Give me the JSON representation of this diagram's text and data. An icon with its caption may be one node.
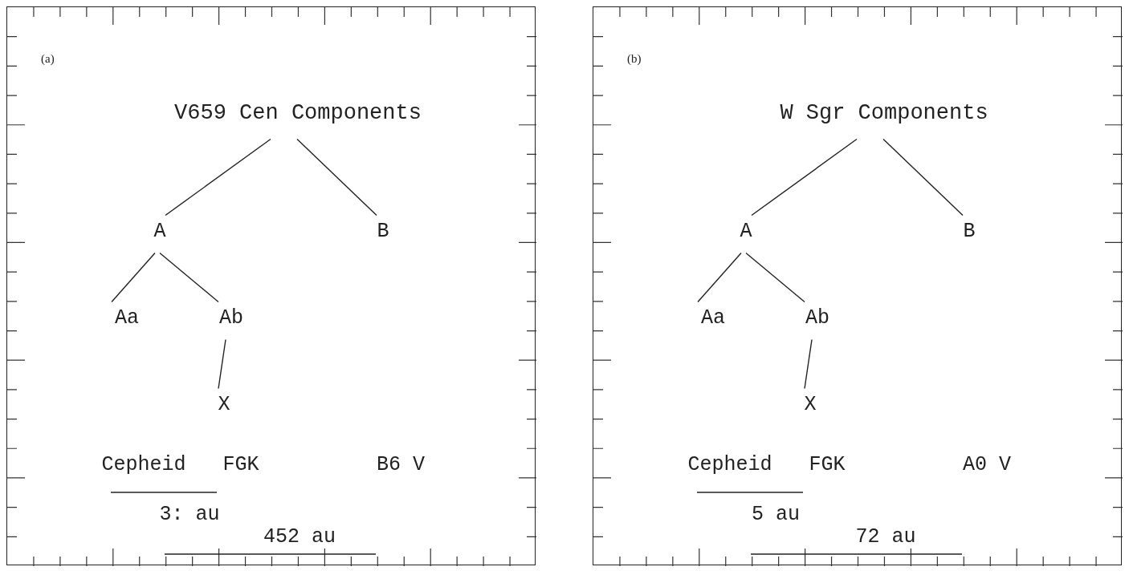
{
  "diagram": {
    "nodes": [
      {
        "text": [
          "(a)"
        ]
      },
      {
        "text": [
          "V659 Cen Components"
        ],
        "in": 0
      },
      {
        "text": [
          "A"
        ],
        "in": 0
      },
      {
        "text": [
          "B"
        ],
        "in": 0
      },
      {
        "text": [
          "Aa"
        ],
        "in": 0
      },
      {
        "text": [
          "Ab"
        ],
        "in": 0
      },
      {
        "text": [
          "X"
        ],
        "in": 0
      },
      {
        "text": [
          "(b)"
        ]
      },
      {
        "text": [
          "W Sgr Components"
        ],
        "in": 7
      },
      {
        "text": [
          "A"
        ],
        "in": 7
      },
      {
        "text": [
          "B"
        ],
        "in": 7
      },
      {
        "text": [
          "Aa"
        ],
        "in": 7
      },
      {
        "text": [
          "Ab"
        ],
        "in": 7
      },
      {
        "text": [
          "X"
        ],
        "in": 7
      }
    ],
    "edges": [
      {
        "from": 1,
        "to": 2,
        "arrow": "none"
      },
      {
        "from": 1,
        "to": 3,
        "arrow": "none"
      },
      {
        "from": 2,
        "to": 4,
        "arrow": "none"
      },
      {
        "from": 2,
        "to": 5,
        "arrow": "none"
      },
      {
        "from": 5,
        "to": 6,
        "arrow": "none"
      },
      {
        "from": 8,
        "to": 9,
        "arrow": "none"
      },
      {
        "from": 8,
        "to": 10,
        "arrow": "none"
      },
      {
        "from": 9,
        "to": 11,
        "arrow": "none"
      },
      {
        "from": 9,
        "to": 12,
        "arrow": "none"
      },
      {
        "from": 12,
        "to": 13,
        "arrow": "none"
      }
    ],
    "labels": [
      "Cepheid",
      "FGK",
      "B6 V",
      "3: au",
      "452 au",
      "Cepheid",
      "FGK",
      "A0 V",
      "5 au",
      "72 au"
    ]
  }
}
